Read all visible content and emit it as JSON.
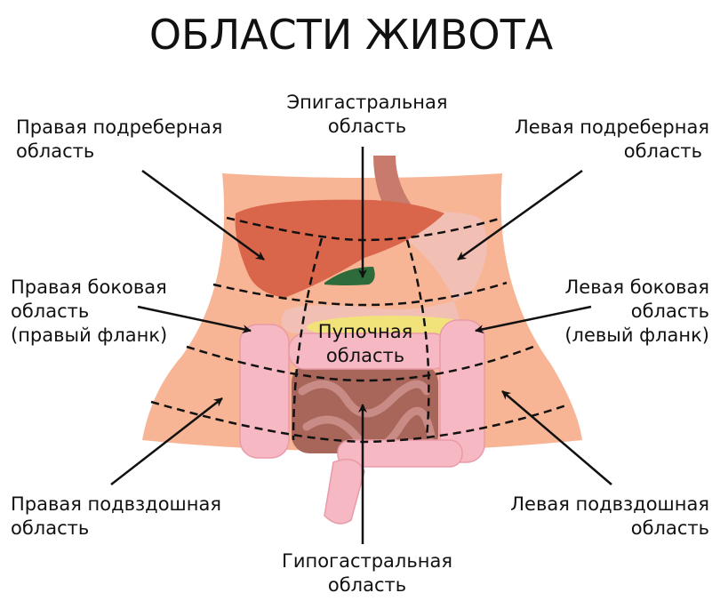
{
  "title": "ОБЛАСТИ ЖИВОТА",
  "regions": {
    "right_hypochondriac": [
      "Правая подреберная",
      "область"
    ],
    "epigastric": [
      "Эпигастральная",
      "область"
    ],
    "left_hypochondriac": [
      "Левая подреберная",
      "область"
    ],
    "right_lateral": [
      "Правая боковая",
      "область",
      "(правый фланк)"
    ],
    "umbilical": [
      "Пупочная",
      "область"
    ],
    "left_lateral": [
      "Левая боковая",
      "область",
      "(левый фланк)"
    ],
    "right_iliac": [
      "Правая подвздошная",
      "область"
    ],
    "hypogastric": [
      "Гипогастральная",
      "область"
    ],
    "left_iliac": [
      "Левая подвздошная",
      "область"
    ]
  },
  "colors": {
    "skin": "#f8b595",
    "liver": "#d9664a",
    "stomach": "#f2bfb4",
    "gallbladder": "#2d6b3a",
    "pancreas": "#f2e27a",
    "colon": "#f6b9c4",
    "intestine": "#a8665a"
  }
}
